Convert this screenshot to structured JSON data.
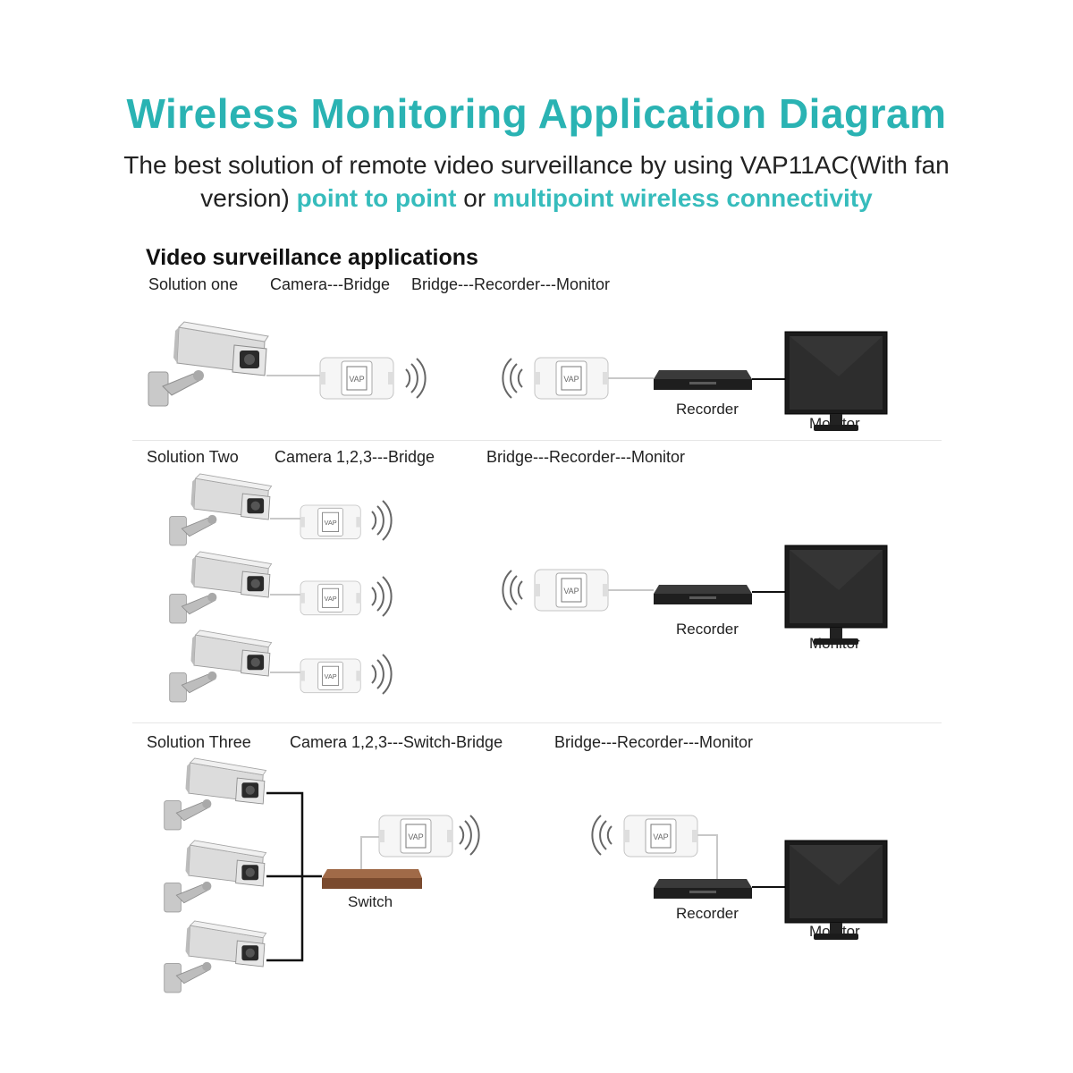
{
  "title": "Wireless Monitoring Application Diagram",
  "subtitle": {
    "part1": "The best solution of remote video surveillance by using VAP11AC(With fan version)",
    "highlight1": "point to point",
    "part2": "or",
    "highlight2": "multipoint wireless connectivity"
  },
  "section_heading": "Video surveillance applications",
  "solutions": [
    {
      "name": "Solution one",
      "left_label": "Camera---Bridge",
      "right_label": "Bridge---Recorder---Monitor",
      "recorder_label": "Recorder",
      "monitor_label": "Monitor"
    },
    {
      "name": "Solution Two",
      "left_label": "Camera 1,2,3---Bridge",
      "right_label": "Bridge---Recorder---Monitor",
      "recorder_label": "Recorder",
      "monitor_label": "Monitor"
    },
    {
      "name": "Solution Three",
      "left_label": "Camera 1,2,3---Switch-Bridge",
      "right_label": "Bridge---Recorder---Monitor",
      "switch_label": "Switch",
      "recorder_label": "Recorder",
      "monitor_label": "Monitor"
    }
  ],
  "bridge_brand": "VAP",
  "colors": {
    "title": "#2ab3b3",
    "highlight": "#36bcbc",
    "switch": "#8b5a3c",
    "recorder": "#222222",
    "cable": "#111111"
  },
  "icons": [
    "security-camera-icon",
    "wireless-bridge-icon",
    "wifi-signal-icon",
    "recorder-icon",
    "monitor-icon",
    "network-switch-icon"
  ]
}
